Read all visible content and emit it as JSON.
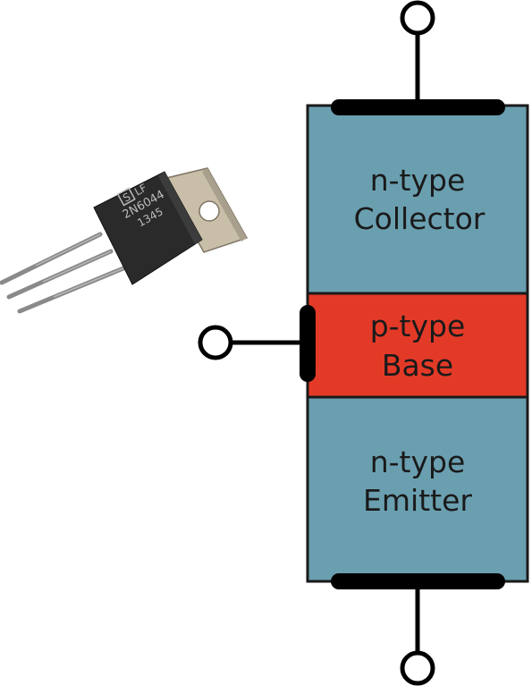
{
  "transistor_photo": {
    "logo_mark": "S",
    "marking_line1": "LF",
    "marking_line2": "2N6044",
    "marking_line3": "1345"
  },
  "layers": [
    {
      "id": "collector",
      "type_label": "n-type",
      "region_label": "Collector",
      "color": "#6a9fb0"
    },
    {
      "id": "base",
      "type_label": "p-type",
      "region_label": "Base",
      "color": "#e33a28"
    },
    {
      "id": "emitter",
      "type_label": "n-type",
      "region_label": "Emitter",
      "color": "#6a9fb0"
    }
  ],
  "colors": {
    "outline": "#1a1a1a",
    "contact": "#000000",
    "n_type": "#6a9fb0",
    "p_type": "#e33a28"
  }
}
